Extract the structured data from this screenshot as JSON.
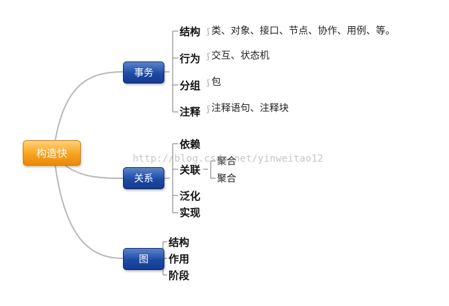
{
  "root": {
    "label": "构造快"
  },
  "branches": {
    "thing": {
      "label": "事务",
      "children": [
        {
          "label": "结构",
          "desc": "类、对象、接口、节点、协作、用例、等。"
        },
        {
          "label": "行为",
          "desc": "交互、状态机"
        },
        {
          "label": "分组",
          "desc": "包"
        },
        {
          "label": "注释",
          "desc": "注释语句、注释块"
        }
      ]
    },
    "relation": {
      "label": "关系",
      "children": [
        {
          "label": "依赖"
        },
        {
          "label": "关联",
          "sub": [
            "聚合",
            "聚合"
          ]
        },
        {
          "label": "泛化"
        },
        {
          "label": "实现"
        }
      ]
    },
    "diagram": {
      "label": "图",
      "children": [
        {
          "label": "结构"
        },
        {
          "label": "作用"
        },
        {
          "label": "阶段"
        }
      ]
    }
  },
  "watermark": "http://blog.csdn.net/yinweitao12",
  "colors": {
    "root": "#f8a21c",
    "branch": "#1e4aa6",
    "link": "#b8b8b8"
  }
}
